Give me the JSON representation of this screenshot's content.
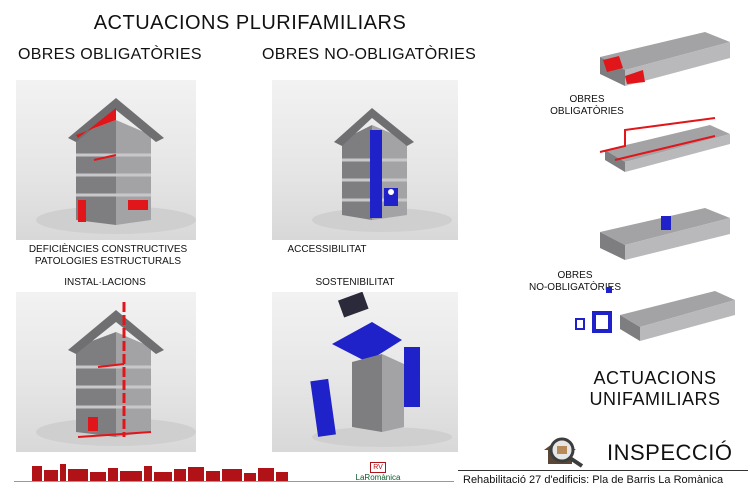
{
  "title": "ACTUACIONS PLURIFAMILIARS",
  "left_heading": "OBRES OBLIGATÒRIES",
  "middle_heading": "OBRES NO-OBLIGATÒRIES",
  "panels": {
    "deficiencies": {
      "caption_line1": "DEFICIÈNCIES CONSTRUCTIVES",
      "caption_line2": "PATOLOGIES ESTRUCTURALS"
    },
    "accessibilitat": {
      "caption": "ACCESSIBILITAT"
    },
    "installacions": {
      "caption": "INSTAL·LACIONS"
    },
    "sostenibilitat": {
      "caption": "SOSTENIBILITAT"
    }
  },
  "right": {
    "obligatories_line1": "OBRES",
    "obligatories_line2": "OBLIGATÒRIES",
    "no_obligatories_line1": "OBRES",
    "no_obligatories_line2": "NO-OBLIGATÒRIES",
    "unifamiliars_line1": "ACTUACIONS",
    "unifamiliars_line2": "UNIFAMILIARS"
  },
  "inspeccio": "INSPECCIÓ",
  "footer": {
    "logo_text": "LaRomànica",
    "caption": "Rehabilitació 27 d'edificis: Pla de Barris La Romànica"
  },
  "colors": {
    "highlight_red": "#e0161b",
    "accessibility_blue": "#1f22c8",
    "building_gray": "#8d8d8f"
  },
  "icons": [
    "wheelchair-icon",
    "magnifier-house-icon"
  ]
}
